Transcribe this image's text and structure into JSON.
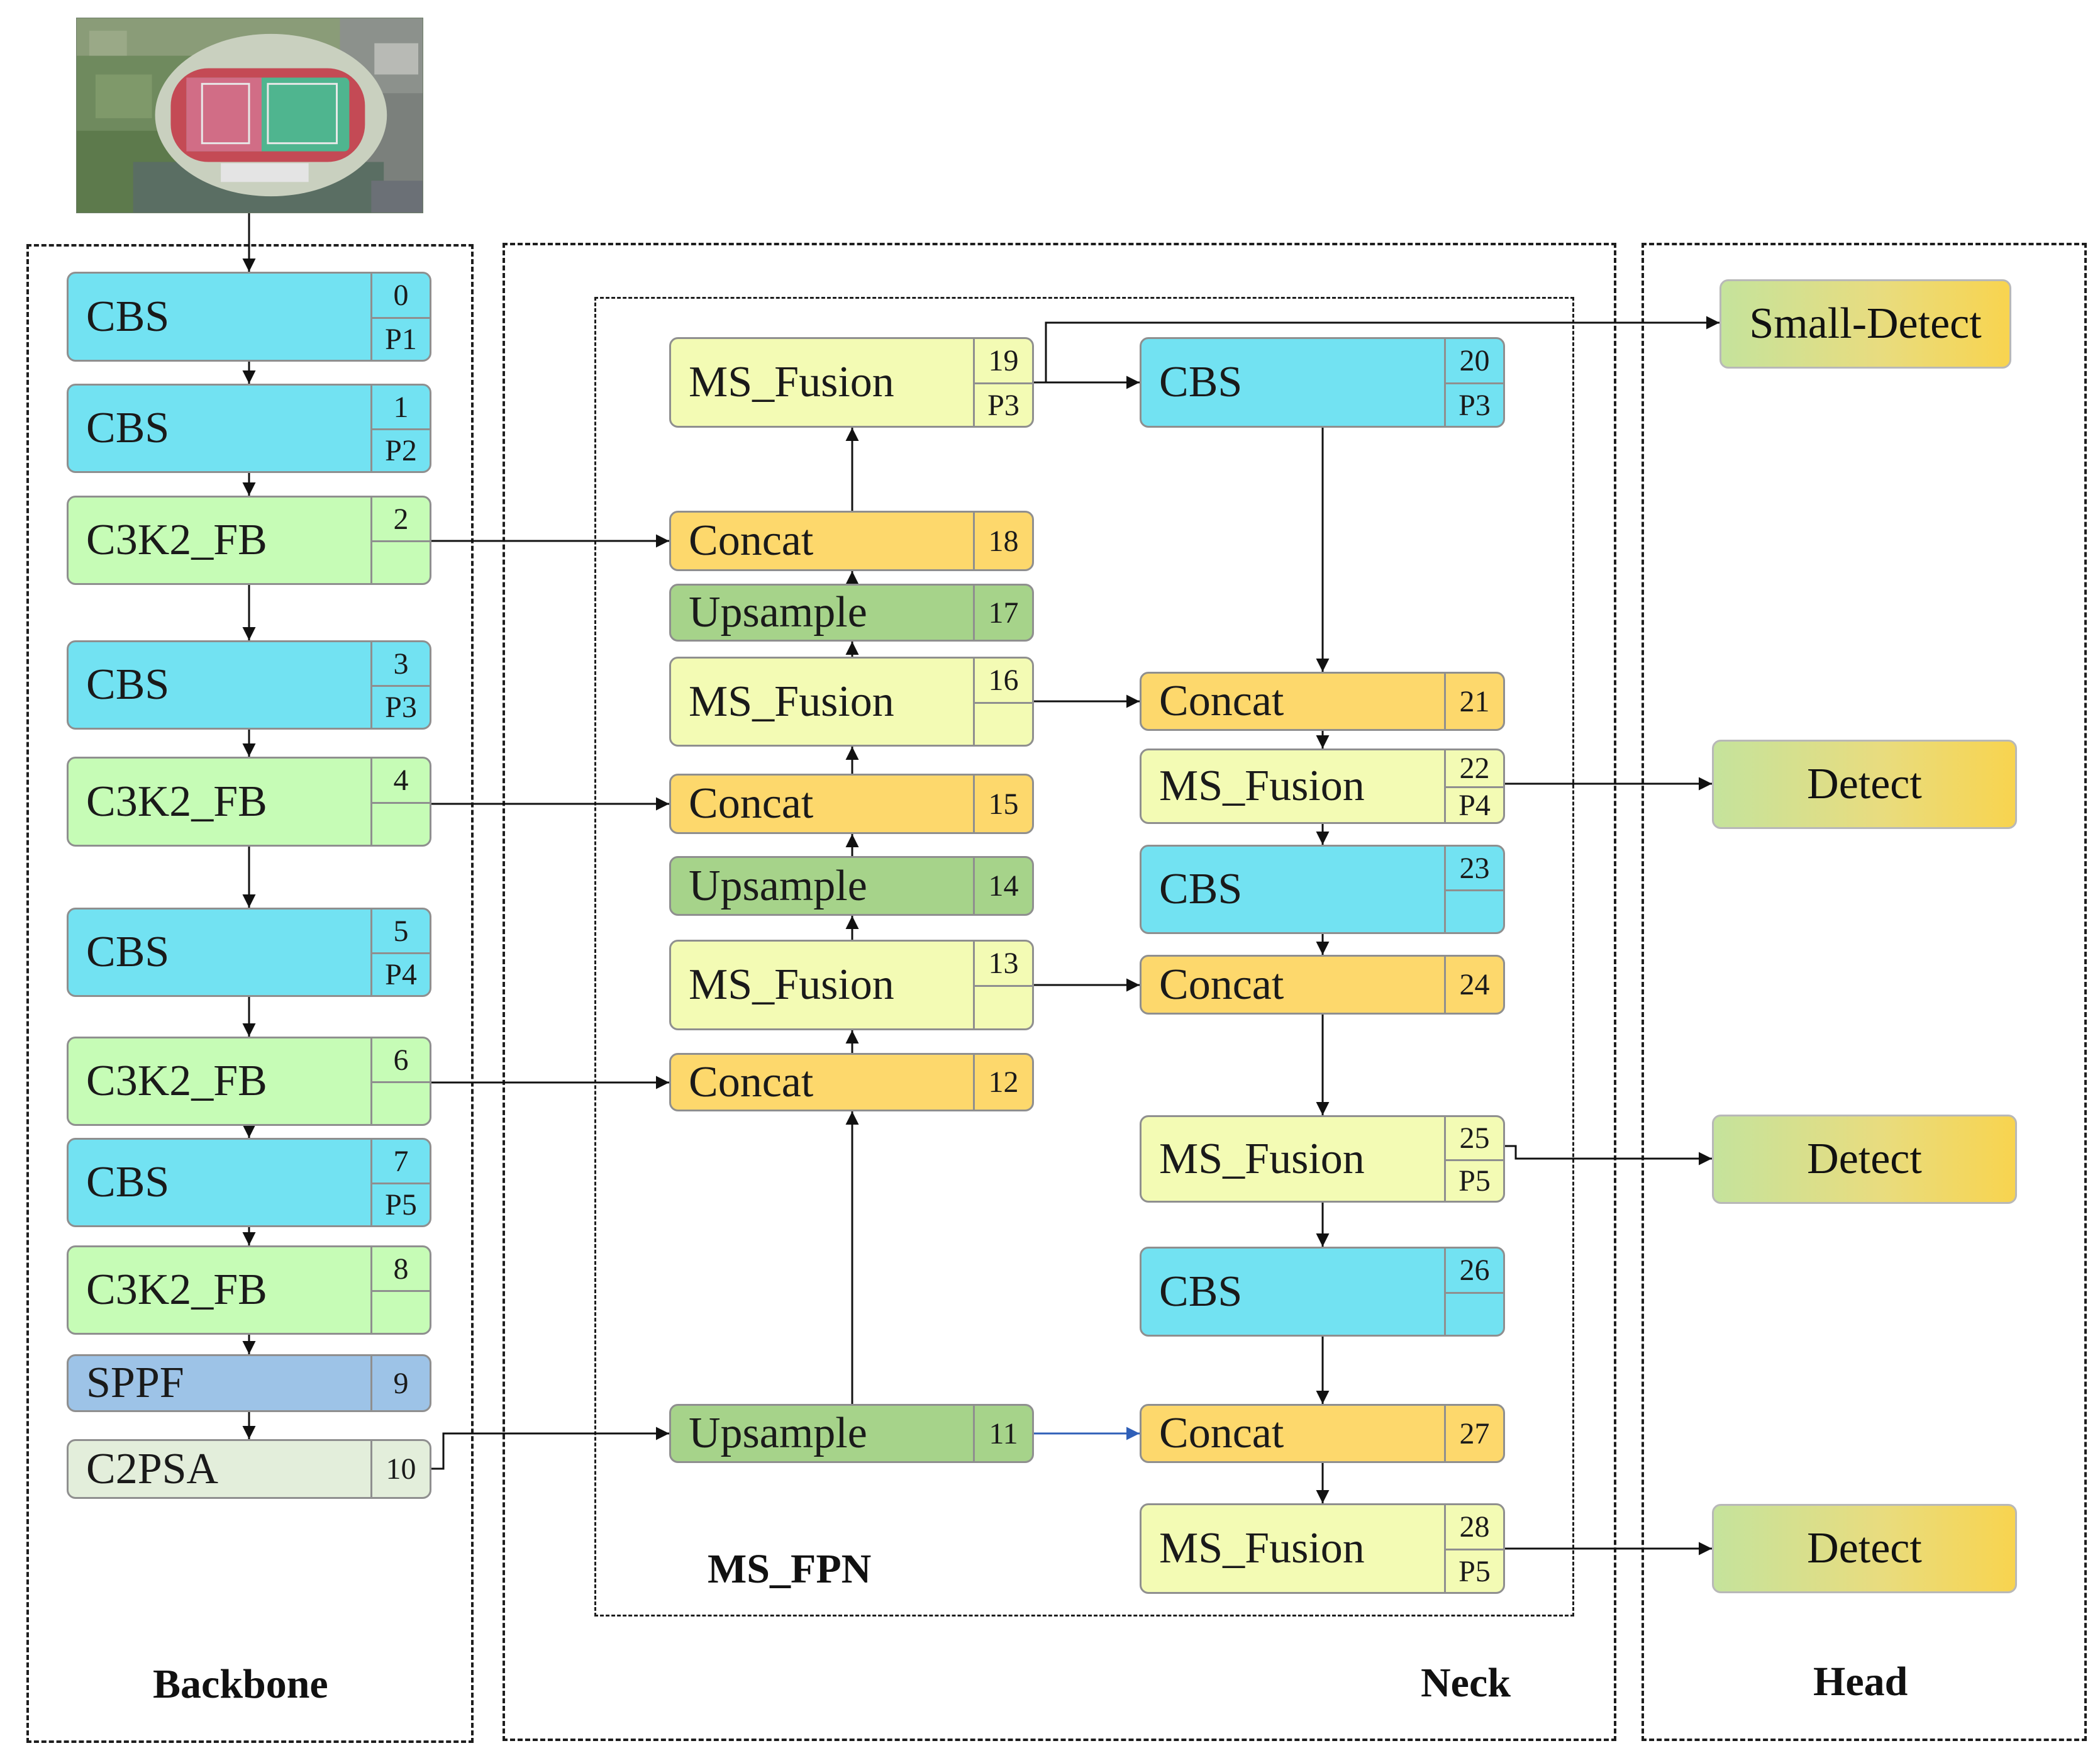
{
  "regions": {
    "backbone": "Backbone",
    "neck": "Neck",
    "head": "Head",
    "fpn": "MS_FPN"
  },
  "backbone": [
    {
      "name": "CBS",
      "index": "0",
      "level": "P1"
    },
    {
      "name": "CBS",
      "index": "1",
      "level": "P2"
    },
    {
      "name": "C3K2_FB",
      "index": "2",
      "level": ""
    },
    {
      "name": "CBS",
      "index": "3",
      "level": "P3"
    },
    {
      "name": "C3K2_FB",
      "index": "4",
      "level": ""
    },
    {
      "name": "CBS",
      "index": "5",
      "level": "P4"
    },
    {
      "name": "C3K2_FB",
      "index": "6",
      "level": ""
    },
    {
      "name": "CBS",
      "index": "7",
      "level": "P5"
    },
    {
      "name": "C3K2_FB",
      "index": "8",
      "level": ""
    },
    {
      "name": "SPPF",
      "index": "9"
    },
    {
      "name": "C2PSA",
      "index": "10"
    }
  ],
  "neck_left": [
    {
      "name": "MS_Fusion",
      "index": "19",
      "level": "P3"
    },
    {
      "name": "Concat",
      "index": "18"
    },
    {
      "name": "Upsample",
      "index": "17"
    },
    {
      "name": "MS_Fusion",
      "index": "16",
      "level": ""
    },
    {
      "name": "Concat",
      "index": "15"
    },
    {
      "name": "Upsample",
      "index": "14"
    },
    {
      "name": "MS_Fusion",
      "index": "13",
      "level": ""
    },
    {
      "name": "Concat",
      "index": "12"
    },
    {
      "name": "Upsample",
      "index": "11"
    }
  ],
  "neck_right": [
    {
      "name": "CBS",
      "index": "20",
      "level": "P3"
    },
    {
      "name": "Concat",
      "index": "21"
    },
    {
      "name": "MS_Fusion",
      "index": "22",
      "level": "P4"
    },
    {
      "name": "CBS",
      "index": "23",
      "level": ""
    },
    {
      "name": "Concat",
      "index": "24"
    },
    {
      "name": "MS_Fusion",
      "index": "25",
      "level": "P5"
    },
    {
      "name": "CBS",
      "index": "26",
      "level": ""
    },
    {
      "name": "Concat",
      "index": "27"
    },
    {
      "name": "MS_Fusion",
      "index": "28",
      "level": "P5"
    }
  ],
  "head": [
    {
      "label": "Small-Detect"
    },
    {
      "label": "Detect"
    },
    {
      "label": "Detect"
    },
    {
      "label": "Detect"
    }
  ],
  "colors": {
    "cbs": "#72e2f2",
    "c3k2": "#c6fcb6",
    "sppf": "#9dc3e7",
    "c2psa": "#e3eedb",
    "ms_fusion": "#f3fbb4",
    "concat": "#fdd86c",
    "upsample": "#a6d38a",
    "detect_from": "#c5e39c",
    "detect_to": "#f8d44f",
    "arrow": "#111111",
    "arrow_blue": "#2f5fb8"
  }
}
